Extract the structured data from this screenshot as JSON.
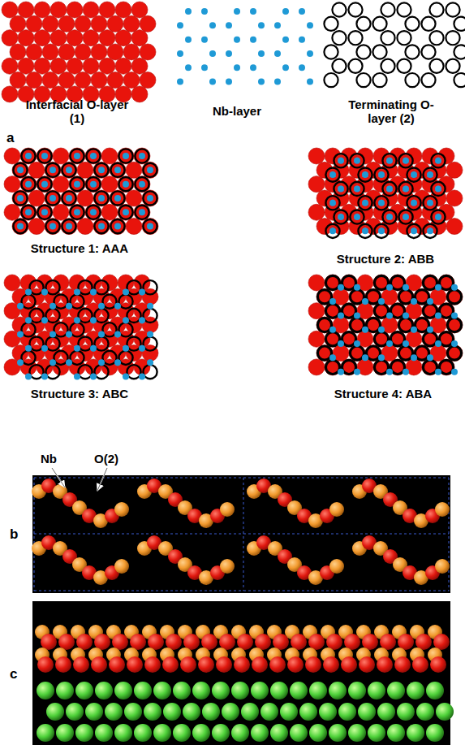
{
  "diagram": {
    "labels": [
      "Interfacial O-layer (1)",
      "Nb-layer",
      "Terminating O-layer (2)",
      "a",
      "Structure 1: AAA",
      "Structure 2: ABB",
      "Structure 3: ABC",
      "Structure 4: ABA",
      "Nb",
      "O(2)",
      "b",
      "c"
    ]
  }
}
